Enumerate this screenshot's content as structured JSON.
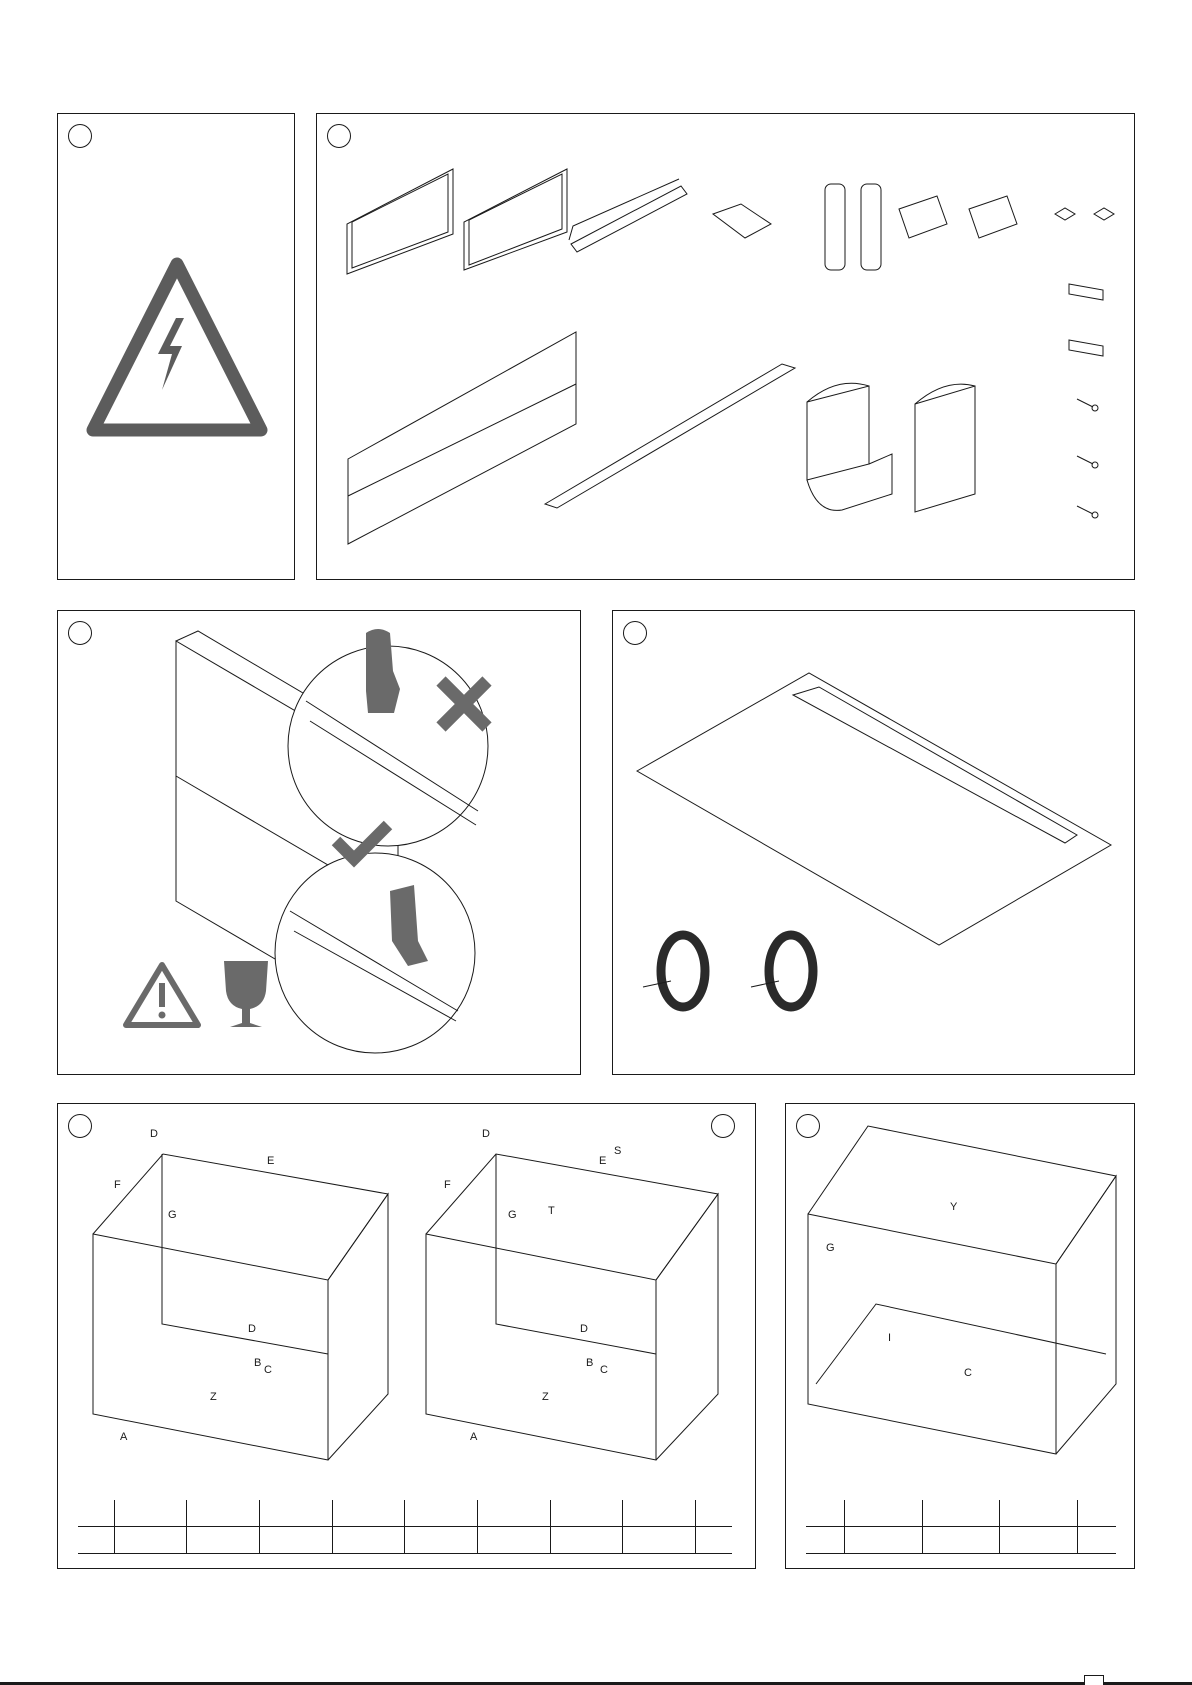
{
  "colors": {
    "line": "#1a1a1a",
    "warning_fill": "#5c5c5c",
    "icon_grey": "#6a6a6a"
  },
  "panels": [
    {
      "id": "p1",
      "content": "electrical-hazard-warning"
    },
    {
      "id": "p2",
      "content": "parts-overview"
    },
    {
      "id": "p3",
      "content": "handling-instructions"
    },
    {
      "id": "p4",
      "content": "hob-and-seal-tape"
    },
    {
      "id": "p5",
      "content": "cabinet-cutout-dimensions"
    },
    {
      "id": "p6",
      "content": "cabinet-drawer-dimensions"
    }
  ],
  "dimension_labels": {
    "cab1": {
      "D_top": "D",
      "E": "E",
      "F": "F",
      "G": "G",
      "D_floor": "D",
      "B": "B",
      "C": "C",
      "Z": "Z",
      "A": "A"
    },
    "cab2": {
      "D_top": "D",
      "S": "S",
      "E": "E",
      "F": "F",
      "G": "G",
      "T": "T",
      "D_floor": "D",
      "B": "B",
      "C": "C",
      "Z": "Z",
      "A": "A"
    },
    "cab3": {
      "Y": "Y",
      "G": "G",
      "I": "I",
      "C": "C"
    }
  },
  "tables": {
    "left": {
      "columns": 10,
      "rows": 2
    },
    "right": {
      "columns": 5,
      "rows": 2
    }
  }
}
